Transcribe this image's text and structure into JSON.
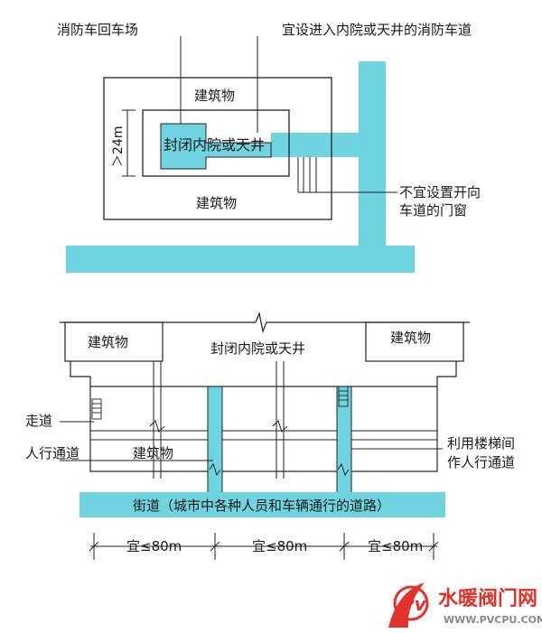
{
  "top": {
    "turnaround_label": "消防车回车场",
    "lane_label": "宜设进入内院或天井的消防车道",
    "building_label_top": "建筑物",
    "building_label_bottom": "建筑物",
    "courtyard_label": "封闭内院或天井",
    "dimension_label": "＞24m",
    "no_openings_label_line1": "不宜设置开向",
    "no_openings_label_line2": "车道的门窗"
  },
  "bottom": {
    "building_left": "建筑物",
    "building_right": "建筑物",
    "courtyard_label": "封闭内院或天井",
    "corridor_label": "走道",
    "pedestrian_passage_label": "人行通道",
    "building_center": "建筑物",
    "stair_label_line1": "利用楼梯间",
    "stair_label_line2": "作人行通道",
    "street_label": "街道（城市中各种人员和车辆通行的道路）",
    "spacing_labels": [
      "宜≤80m",
      "宜≤80m",
      "宜≤80m"
    ]
  },
  "watermark": {
    "logo_letters": "Pv",
    "name": "水暖阀门网",
    "url": "WWW.PVCPU.COM"
  },
  "colors": {
    "road_fill": "#6fd3e0",
    "stroke": "#222222",
    "watermark_red": "#e2322d"
  }
}
